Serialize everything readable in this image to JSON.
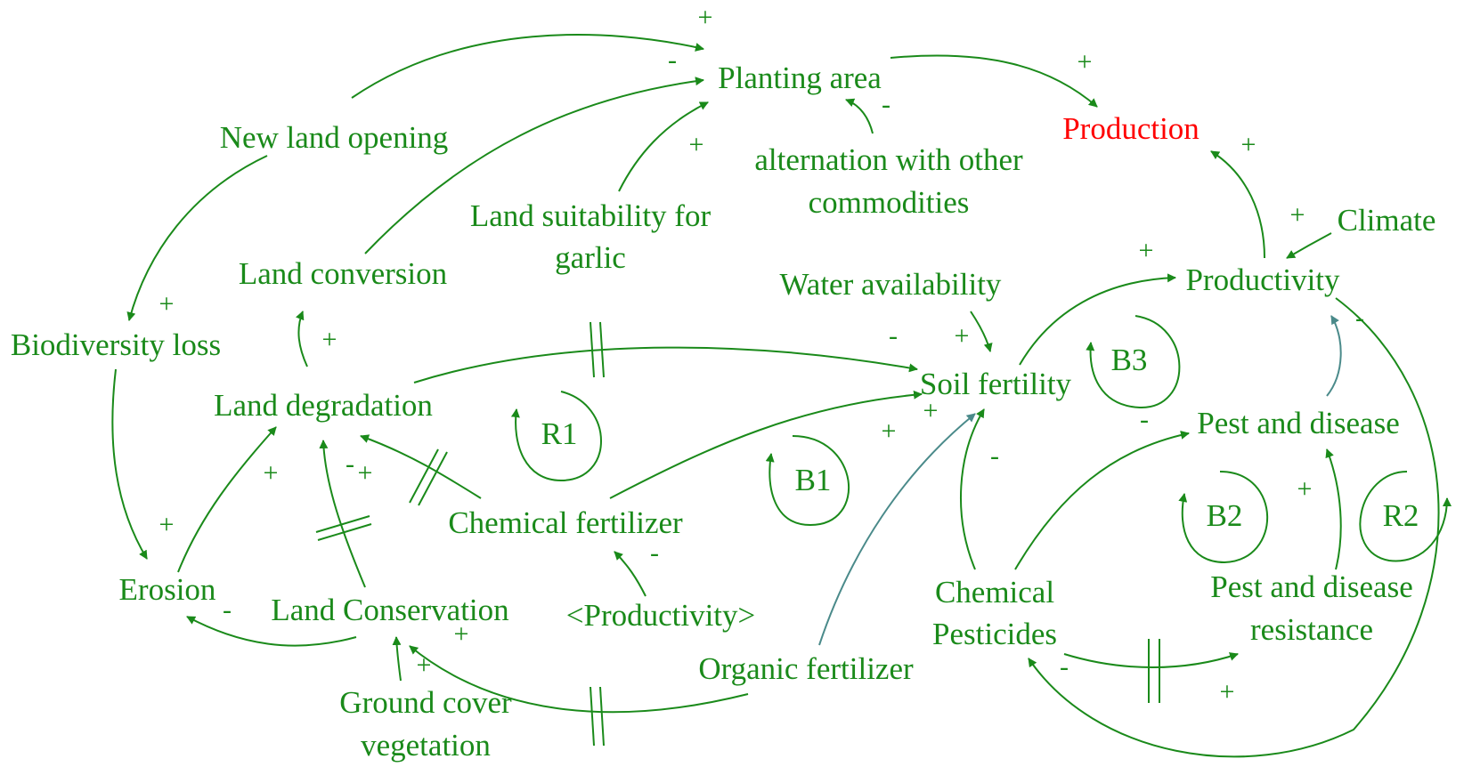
{
  "nodes": {
    "planting_area": "Planting area",
    "production": "Production",
    "new_land_opening": "New land opening",
    "alternation": "alternation with other commodities",
    "alternation_l1": "alternation with other",
    "alternation_l2": "commodities",
    "land_suitability_l1": "Land suitability for",
    "land_suitability_l2": "garlic",
    "land_conversion": "Land conversion",
    "climate": "Climate",
    "productivity": "Productivity",
    "water_availability": "Water availability",
    "biodiversity_loss": "Biodiversity loss",
    "soil_fertility": "Soil fertility",
    "land_degradation": "Land degradation",
    "pest_and_disease": "Pest and disease",
    "chemical_fertilizer": "Chemical fertilizer",
    "erosion": "Erosion",
    "land_conservation": "Land Conservation",
    "productivity_shadow": "<Productivity>",
    "chemical_pesticides_l1": "Chemical",
    "chemical_pesticides_l2": "Pesticides",
    "pest_resistance_l1": "Pest and disease",
    "pest_resistance_l2": "resistance",
    "organic_fertilizer": "Organic fertilizer",
    "ground_cover_l1": "Ground cover",
    "ground_cover_l2": "vegetation"
  },
  "loops": {
    "r1": "R1",
    "b1": "B1",
    "b2": "B2",
    "b3": "B3",
    "r2": "R2"
  },
  "polarity": {
    "plus": "+",
    "minus": "-"
  },
  "colors": {
    "link": "#1a8a1a",
    "organic_link": "#4a8a8a",
    "highlight": "#ff0000"
  }
}
